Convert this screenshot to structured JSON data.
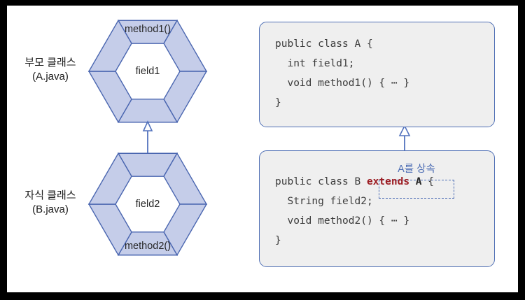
{
  "diagram": {
    "title": "Java inheritance diagram",
    "colors": {
      "hex_fill": "#c5cde9",
      "hex_stroke": "#4a66b0",
      "hex_inner_fill": "#ffffff",
      "code_box_fill": "#efefef",
      "code_box_border": "#4f6fb5",
      "arrow": "#5272bd",
      "annotation": "#4f6fb5",
      "keyword_red": "#9c1c22",
      "frame": "#000000",
      "canvas": "#ffffff"
    }
  },
  "parent": {
    "label_line1": "부모 클래스",
    "label_line2": "(A.java)",
    "hex_top_text": "method1()",
    "hex_center_text": "field1"
  },
  "child": {
    "label_line1": "자식 클래스",
    "label_line2": "(B.java)",
    "hex_bottom_text": "method2()",
    "hex_center_text": "field2"
  },
  "code_a": {
    "line1": "public class A {",
    "line2": "  int field1;",
    "line3": "  void method1() { ⋯ }",
    "line4": "}"
  },
  "code_b": {
    "line1_prefix": "public class B ",
    "line1_keyword": "extends",
    "line1_space": " ",
    "line1_class": "A",
    "line1_suffix": " {",
    "line2": "  String field2;",
    "line3": "  void method2() { ⋯ }",
    "line4": "}"
  },
  "annotation": {
    "inherit_label": "A를 상속"
  }
}
